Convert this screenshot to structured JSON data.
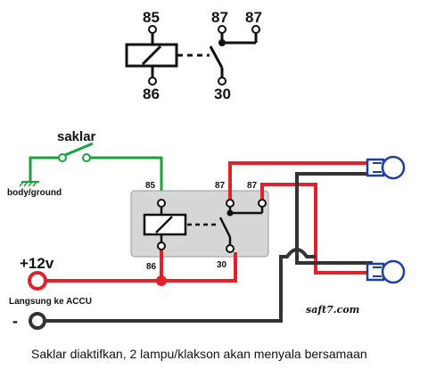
{
  "top_diagram": {
    "pin_85": "85",
    "pin_86": "86",
    "pin_87a": "87",
    "pin_87b": "87",
    "pin_30": "30"
  },
  "circuit": {
    "switch_label": "saklar",
    "ground_label": "body/ground",
    "relay_pin_85": "85",
    "relay_pin_86": "86",
    "relay_pin_87a": "87",
    "relay_pin_87b": "87",
    "relay_pin_30": "30",
    "positive_label": "+12v",
    "battery_label": "Langsung ke ACCU",
    "negative_label": "-",
    "watermark": "saft7.com"
  },
  "caption": "Saklar diaktifkan, 2 lampu/klakson akan menyala bersamaan",
  "colors": {
    "red_wire": "#e3212b",
    "green_wire": "#1aa23a",
    "dark_wire": "#333333",
    "relay_box": "#d6d6d6",
    "lamp_blue": "#1f3fa0"
  }
}
